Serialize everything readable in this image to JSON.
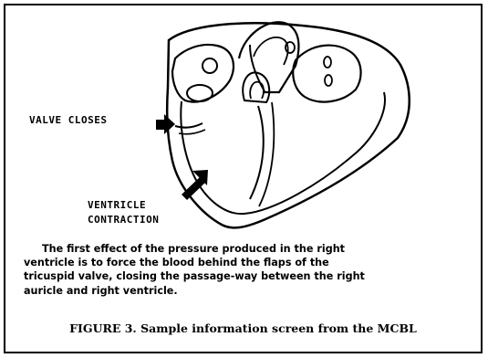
{
  "diagram": {
    "labels": {
      "valve": "VALVE CLOSES",
      "ventricle": "VENTRICLE",
      "contraction": "CONTRACTION"
    },
    "icons": [
      "valve-arrow-icon",
      "contraction-arrow-icon"
    ]
  },
  "text": {
    "lines": [
      "The first effect of the pressure produced in the right",
      "ventricle is to force the blood behind the flaps of the",
      "tricuspid valve, closing the passage-way between the right",
      "auricle and right ventricle."
    ]
  },
  "caption": "FIGURE 3. Sample information screen from the MCBL"
}
